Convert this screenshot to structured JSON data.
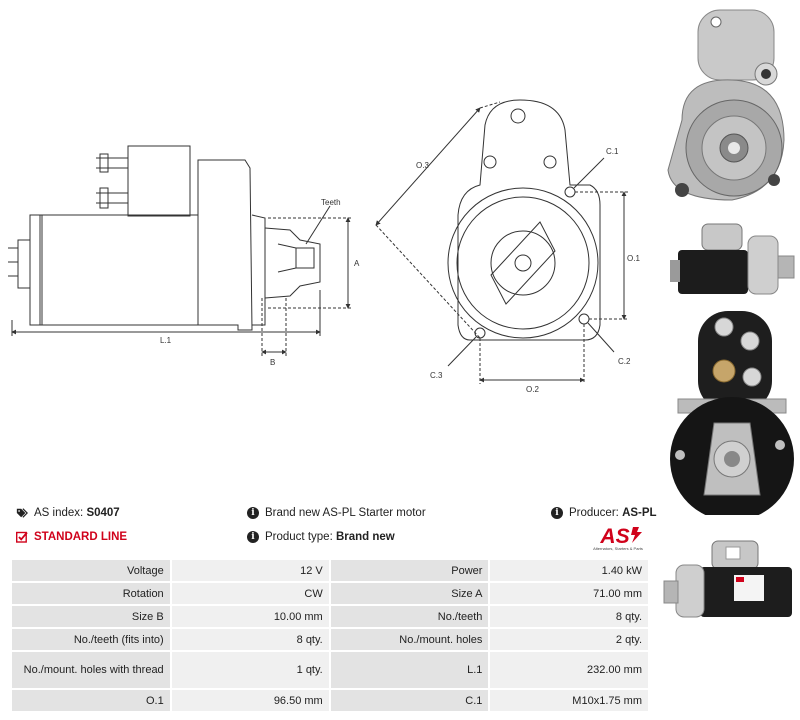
{
  "drawing": {
    "labels": {
      "teeth": "Teeth",
      "a": "A",
      "b": "B",
      "l1": "L.1",
      "o1": "O.1",
      "o2": "O.2",
      "o3": "O.3",
      "c1": "C.1",
      "c2": "C.2",
      "c3": "C.3"
    }
  },
  "info": {
    "as_index_label": "AS index:",
    "as_index_value": "S0407",
    "description": "Brand new AS-PL Starter motor",
    "producer_label": "Producer:",
    "producer_value": "AS-PL",
    "line": "STANDARD LINE",
    "product_type_label": "Product type:",
    "product_type_value": "Brand new",
    "logo_text": "AS",
    "logo_sub": "Alternators, Starters & Parts"
  },
  "specs": [
    {
      "l1": "Voltage",
      "v1": "12 V",
      "l2": "Power",
      "v2": "1.40 kW"
    },
    {
      "l1": "Rotation",
      "v1": "CW",
      "l2": "Size A",
      "v2": "71.00 mm"
    },
    {
      "l1": "Size B",
      "v1": "10.00 mm",
      "l2": "No./teeth",
      "v2": "8 qty."
    },
    {
      "l1": "No./teeth (fits into)",
      "v1": "8 qty.",
      "l2": "No./mount. holes",
      "v2": "2 qty."
    },
    {
      "l1": "No./mount. holes with thread",
      "v1": "1 qty.",
      "l2": "L.1",
      "v2": "232.00 mm"
    },
    {
      "l1": "O.1",
      "v1": "96.50 mm",
      "l2": "C.1",
      "v2": "M10x1.75 mm"
    }
  ]
}
